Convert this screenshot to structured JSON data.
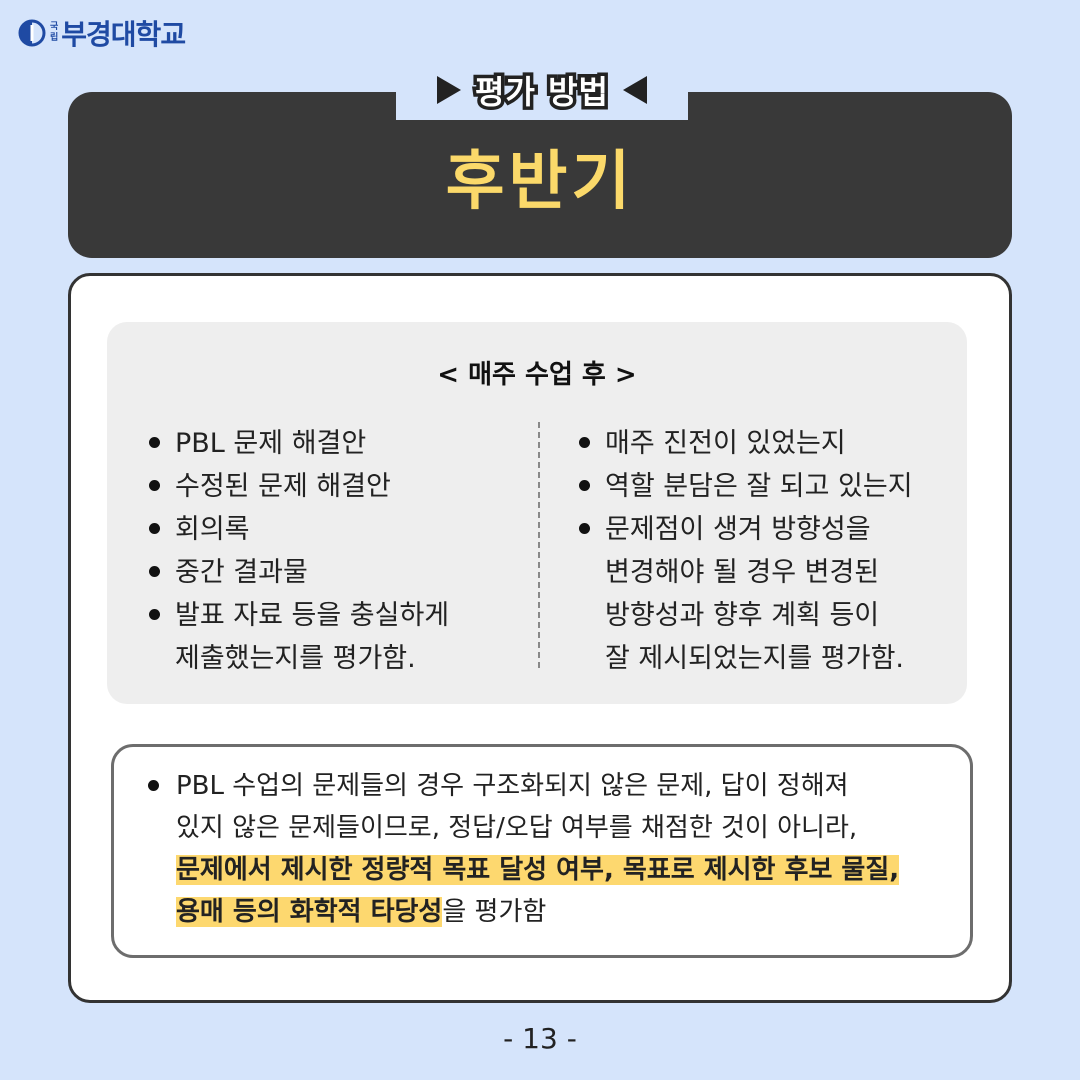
{
  "logo": {
    "small_top": "국",
    "small_bottom": "립",
    "name": "부경대학교"
  },
  "header": {
    "tag": "평가 방법",
    "title": "후반기"
  },
  "weekly": {
    "title": "< 매주 수업 후 >",
    "left_items": [
      {
        "lines": [
          " PBL 문제 해결안"
        ]
      },
      {
        "lines": [
          "수정된 문제 해결안"
        ]
      },
      {
        "lines": [
          "회의록"
        ]
      },
      {
        "lines": [
          "중간 결과물"
        ]
      },
      {
        "lines": [
          "발표 자료 등을 충실하게",
          "제출했는지를 평가함."
        ]
      }
    ],
    "right_items": [
      {
        "lines": [
          "매주 진전이 있었는지"
        ]
      },
      {
        "lines": [
          "역할 분담은 잘 되고 있는지"
        ]
      },
      {
        "lines": [
          "문제점이 생겨 방향성을",
          "변경해야 될 경우 변경된",
          "방향성과 향후 계획 등이",
          "잘 제시되었는지를 평가함."
        ]
      }
    ]
  },
  "note": {
    "line1": "PBL 수업의 문제들의 경우 구조화되지 않은 문제, 답이 정해져",
    "line2": "있지 않은 문제들이므로, 정답/오답 여부를 채점한 것이 아니라,",
    "highlight1": "문제에서 제시한 정량적 목표 달성 여부, 목표로 제시한 후보 물질,",
    "highlight2": "용매 등의 화학적 타당성",
    "tail": "을 평가함"
  },
  "page_number": "- 13 -",
  "colors": {
    "background": "#d5e4fb",
    "header": "#393939",
    "title": "#fbd96a",
    "highlight": "#fdd86f",
    "brand": "#1f4aa3"
  }
}
